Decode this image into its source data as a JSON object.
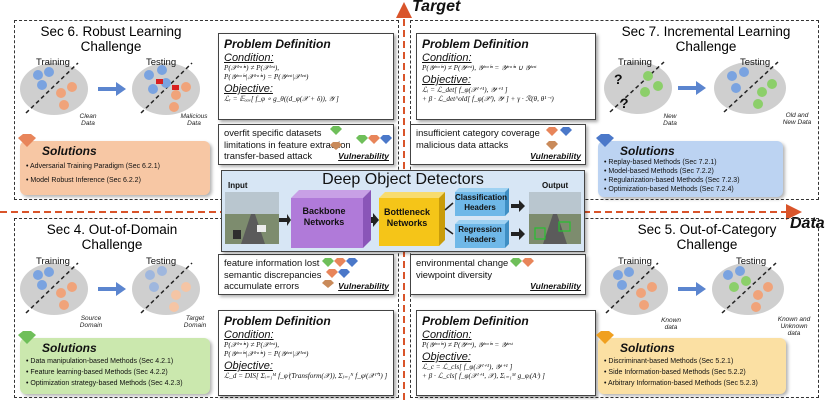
{
  "axes": {
    "target": "Target",
    "data": "Data"
  },
  "center": {
    "title": "Deep Object Detectors",
    "input_label": "Input",
    "output_label": "Output",
    "backbone": "Backbone Networks",
    "bottleneck": "Bottleneck Networks",
    "classification": "Classification Headers",
    "regression": "Regression Headers"
  },
  "sec6": {
    "title": "Sec 6. Robust Learning Challenge",
    "training": "Training",
    "testing": "Testing",
    "clean_caption": "Clean Data",
    "malicious_caption": "Malicious Data",
    "pd_title": "Problem Definition",
    "condition_label": "Condition:",
    "cond1": "P(𝒳ᵗʳᵃⁱⁿ) ≠ P(𝒳ᵗᵉˢᵗ),",
    "cond2": "P(𝒴ᵗʳᵃⁱⁿ|𝒳ᵗʳᵃⁱⁿ) = P(𝒴ᵗᵉˢᵗ|𝒳ᵗᵉˢᵗ)",
    "objective_label": "Objective:",
    "obj1": "ℒᵣ = 𝔼ₐₐᵥ[ f_φ ∘ g_θ((d_φ(𝒳 + δ)), 𝒴 ]",
    "sol_title": "Solutions",
    "solutions": [
      "• Adversarial Training Paradigm (Sec 6.2.1)",
      "• Model Robust Inference (Sec 6.2.2)"
    ],
    "vul_lines": [
      "overfit specific datasets",
      "limitations in feature extraction",
      "transfer-based attack"
    ],
    "vul_label": "Vulnerability"
  },
  "sec7": {
    "title": "Sec 7. Incremental Learning Challenge",
    "training": "Training",
    "testing": "Testing",
    "new_caption": "New Data",
    "oldnew_caption": "Old and New Data",
    "pd_title": "Problem Definition",
    "condition_label": "Condition:",
    "cond1": "P(𝒴ᵗʳᵃⁱⁿ) ≠ P(𝒴ᵗᵉˢᵗ),  𝒴ᵗʳᵃⁱⁿ = 𝒴ᵗʳᵃⁱⁿ ∪ 𝒴ᵗᵉˢᵗ",
    "objective_label": "Objective:",
    "obj1": "ℒᵢ = ℒ_det[ f_φ(𝒳ᵗ⁺¹), 𝒴ᵗ⁺¹ ]",
    "obj2": "+ β · ℒ_det^old[ f_φ(𝒳ᵗ), 𝒴ᵗ ] + γ · ℛ(θ, θ¹⁻ᵗ)",
    "sol_title": "Solutions",
    "solutions": [
      "• Replay-based  Methods (Sec 7.2.1)",
      "• Model-based  Methods (Sec 7.2.2)",
      "• Regularization-based  Methods (Sec 7.2.3)",
      "• Optimization-based  Methods (Sec 7.2.4)"
    ],
    "vul_lines": [
      "insufficient category coverage",
      "malicious data attacks"
    ],
    "vul_label": "Vulnerability"
  },
  "sec4": {
    "title": "Sec 4. Out-of-Domain Challenge",
    "training": "Training",
    "testing": "Testing",
    "source_caption": "Source Domain",
    "target_caption": "Target Domain",
    "pd_title": "Problem Definition",
    "condition_label": "Condition:",
    "cond1": "P(𝒳ᵗʳᵃⁱⁿ) ≠ P(𝒳ᵗᵉˢᵗ),",
    "cond2": "P(𝒴ᵗʳᵃⁱⁿ|𝒳ᵗʳᵃⁱⁿ) = P(𝒴ᵗᵉˢᵗ|𝒳ᵗᵉˢᵗ)",
    "objective_label": "Objective:",
    "obj1": "ℒ_d = DIS[ Σᵢ₌₁ᴹ f_φⁱ(Transform(𝒳)), Σⱼ₌₁ᴺ f_φʲ(𝒳ᵗ⁺¹) ]",
    "sol_title": "Solutions",
    "solutions": [
      "• Data manipulation-based Methods (Sec 4.2.1)",
      "• Feature learning-based Methods (Sec 4.2.2)",
      "• Optimization strategy-based Methods (Sec 4.2.3)"
    ],
    "vul_lines": [
      "feature information lost",
      "semantic discrepancies",
      "accumulate errors"
    ],
    "vul_label": "Vulnerability"
  },
  "sec5": {
    "title": "Sec 5. Out-of-Category Challenge",
    "training": "Training",
    "testing": "Testing",
    "known_caption": "Known data",
    "unknown_caption": "Known and Unknown data",
    "pd_title": "Problem Definition",
    "condition_label": "Condition:",
    "cond1": "P(𝒴ᵗʳᵃⁱⁿ) ≠ P(𝒴ᵗᵉˢᵗ),  𝒴ᵗʳᵃⁱⁿ = 𝒴ᵗᵉˢᵗ",
    "objective_label": "Objective:",
    "obj1": "ℒ_c = ℒ_cls[ f_φ(𝒳ᵗ⁺¹), 𝒴ᵗ⁺¹ ]",
    "obj2": "+ β · ℒ_cls[ f_φ(𝒳ᵗ⁺¹, 𝒳), Σᵢ₌₁ᴹ g_φᵢ(Aⁱ) ]",
    "sol_title": "Solutions",
    "solutions": [
      "• Discriminant-based Methods (Sec 5.2.1)",
      "• Side Information-based Methods (Sec 5.2.2)",
      "• Arbitrary Information-based Methods (Sec 5.2.3)"
    ],
    "vul_lines": [
      "environmental change",
      "viewpoint diversity"
    ],
    "vul_label": "Vulnerability"
  },
  "colors": {
    "axis": "#d9542a",
    "sec6_sol": "#f7c7a4",
    "sec7_sol": "#bcd3f2",
    "sec4_sol": "#cbe8ae",
    "sec5_sol": "#fbe0a3",
    "backbone": "#b07ad9",
    "bottleneck": "#f5c518",
    "headers": "#6fb8e8",
    "center_bg": "#d7e6f5"
  }
}
